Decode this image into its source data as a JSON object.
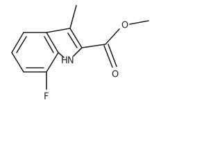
{
  "molecule": {
    "atom_labels": {
      "fluorine": "F",
      "nitrogen_h": "H",
      "nitrogen": "N",
      "carbonyl_oxygen": "O",
      "ester_oxygen": "O"
    }
  }
}
